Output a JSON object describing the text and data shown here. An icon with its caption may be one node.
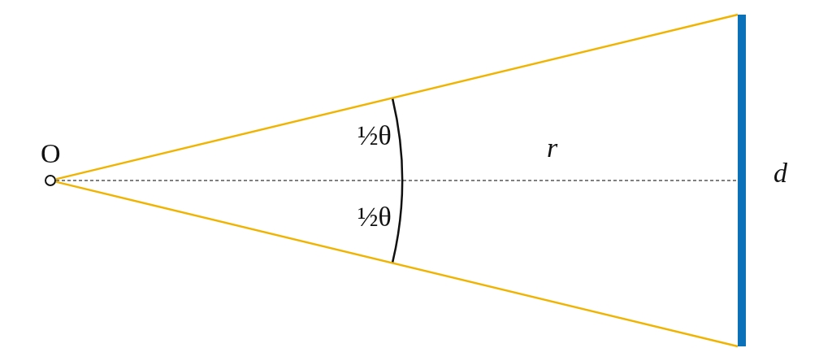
{
  "diagram": {
    "nodes": [
      {
        "text": [],
        "shape": "circle",
        "beside": [
          "O"
        ]
      },
      {
        "text": [],
        "shape": "bar",
        "beside": [
          "d"
        ]
      }
    ],
    "edges": [
      {
        "from": 0,
        "to": 1,
        "arrow": "none",
        "color": "#f0b400"
      },
      {
        "from": 0,
        "to": 1,
        "arrow": "none",
        "style": "dashed",
        "color": "#555555"
      },
      {
        "from": 0,
        "to": 1,
        "arrow": "none",
        "color": "#f0b400"
      }
    ],
    "labels": [
      "½θ",
      "r",
      "½θ"
    ]
  }
}
